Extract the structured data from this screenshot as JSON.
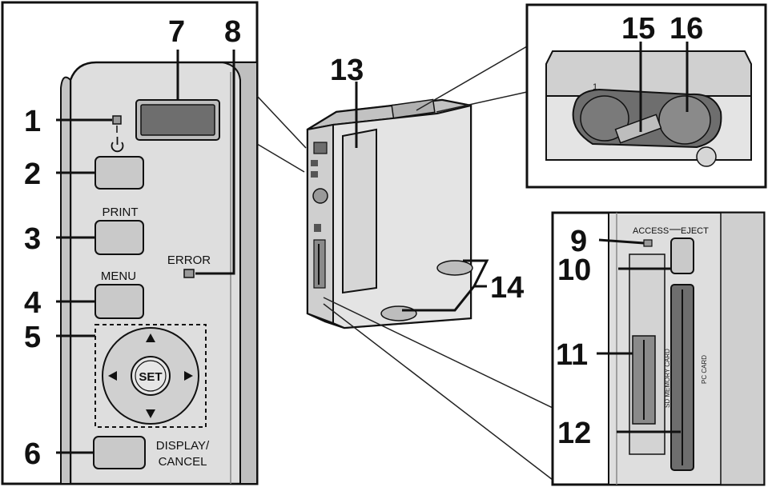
{
  "callouts": {
    "c1": "1",
    "c2": "2",
    "c3": "3",
    "c4": "4",
    "c5": "5",
    "c6": "6",
    "c7": "7",
    "c8": "8",
    "c9": "9",
    "c10": "10",
    "c11": "11",
    "c12": "12",
    "c13": "13",
    "c14": "14",
    "c15": "15",
    "c16": "16"
  },
  "panel_labels": {
    "print": "PRINT",
    "menu": "MENU",
    "error": "ERROR",
    "display_line1": "DISPLAY/",
    "display_line2": "CANCEL",
    "set": "SET"
  },
  "slot_labels": {
    "access": "ACCESS",
    "eject": "EJECT",
    "sd_card": "SD MEMORY CARD",
    "pc_card": "PC CARD"
  },
  "colors": {
    "outline": "#111111",
    "panel_fill": "#d9d9d9",
    "panel_shade": "#bdbdbd",
    "dark_fill": "#6e6e6e",
    "button_fill": "#c9c9c9"
  },
  "icons": {
    "power": "power-symbol-icon",
    "arrows": "triangle-arrow-icon"
  }
}
